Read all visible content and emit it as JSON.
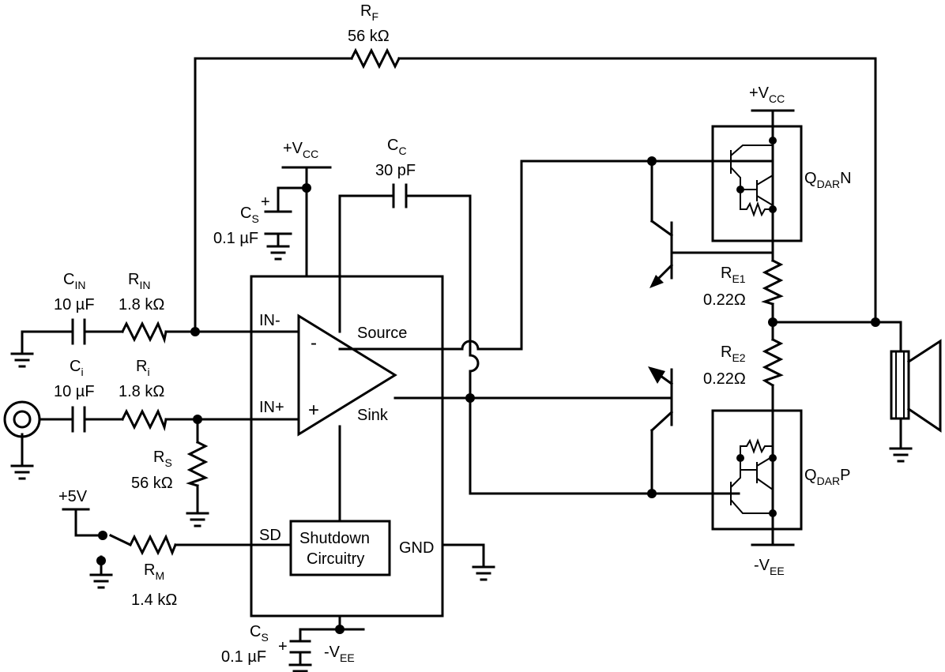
{
  "components": {
    "rf": {
      "name": "R",
      "sub": "F",
      "value": "56 kΩ"
    },
    "cc": {
      "name": "C",
      "sub": "C",
      "value": "30 pF"
    },
    "cs_top": {
      "name": "C",
      "sub": "S",
      "value": "0.1 µF"
    },
    "cin": {
      "name": "C",
      "sub": "IN",
      "value": "10 µF"
    },
    "rin": {
      "name": "R",
      "sub": "IN",
      "value": "1.8 kΩ"
    },
    "ci": {
      "name": "C",
      "sub": "i",
      "value": "10 µF"
    },
    "ri": {
      "name": "R",
      "sub": "i",
      "value": "1.8 kΩ"
    },
    "rs": {
      "name": "R",
      "sub": "S",
      "value": "56 kΩ"
    },
    "rm": {
      "name": "R",
      "sub": "M",
      "value": "1.4 kΩ"
    },
    "cs_bot": {
      "name": "C",
      "sub": "S",
      "value": "0.1 µF"
    },
    "re1": {
      "name": "R",
      "sub": "E1",
      "value": "0.22Ω"
    },
    "re2": {
      "name": "R",
      "sub": "E2",
      "value": "0.22Ω"
    },
    "qn": {
      "name": "Q",
      "sub": "DAR",
      "suffix": "N"
    },
    "qp": {
      "name": "Q",
      "sub": "DAR",
      "suffix": "P"
    }
  },
  "supplies": {
    "vcc_top": {
      "name": "+V",
      "sub": "CC"
    },
    "vcc_amp": {
      "name": "+V",
      "sub": "CC"
    },
    "vee_out": {
      "name": "-V",
      "sub": "EE"
    },
    "vee_amp": {
      "name": "-V",
      "sub": "EE"
    },
    "plus5": "+5V"
  },
  "pins": {
    "in_minus": "IN-",
    "in_plus": "IN+",
    "source": "Source",
    "sink": "Sink",
    "sd": "SD",
    "gnd": "GND"
  },
  "amp_signs": {
    "minus": "-",
    "plus": "+"
  },
  "cap_polarity": "+",
  "shutdown": {
    "line1": "Shutdown",
    "line2": "Circuitry"
  }
}
